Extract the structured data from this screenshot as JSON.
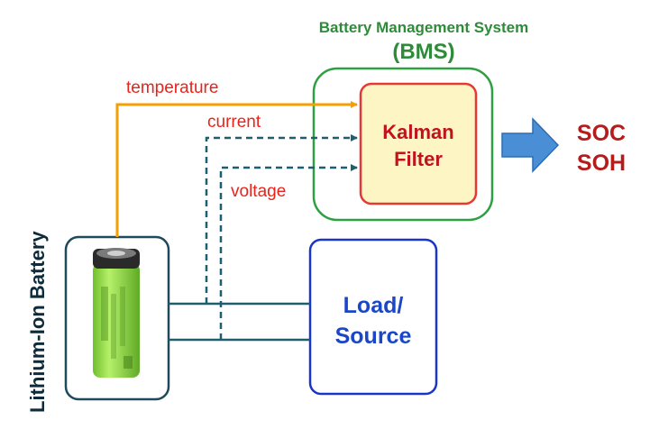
{
  "bms": {
    "title": "Battery Management System",
    "abbreviation": "(BMS)",
    "color": "#2e8b3a"
  },
  "signals": {
    "temperature": "temperature",
    "current": "current",
    "voltage": "voltage"
  },
  "kalman_filter": {
    "line1": "Kalman",
    "line2": "Filter",
    "fill": "#fdf6c4",
    "border": "#e53935"
  },
  "outputs": [
    "SOC",
    "SOH"
  ],
  "load_source": {
    "line1": "Load/",
    "line2": "Source",
    "color": "#1a47c9"
  },
  "battery": {
    "label": "Lithium-Ion Battery",
    "cell_color": "#8bd640"
  },
  "colors": {
    "temperature_line": "#f5a000",
    "measurement_lines": "#1d5f6e",
    "output_arrow": "#4a8fd6",
    "label_red": "#e8231b"
  }
}
